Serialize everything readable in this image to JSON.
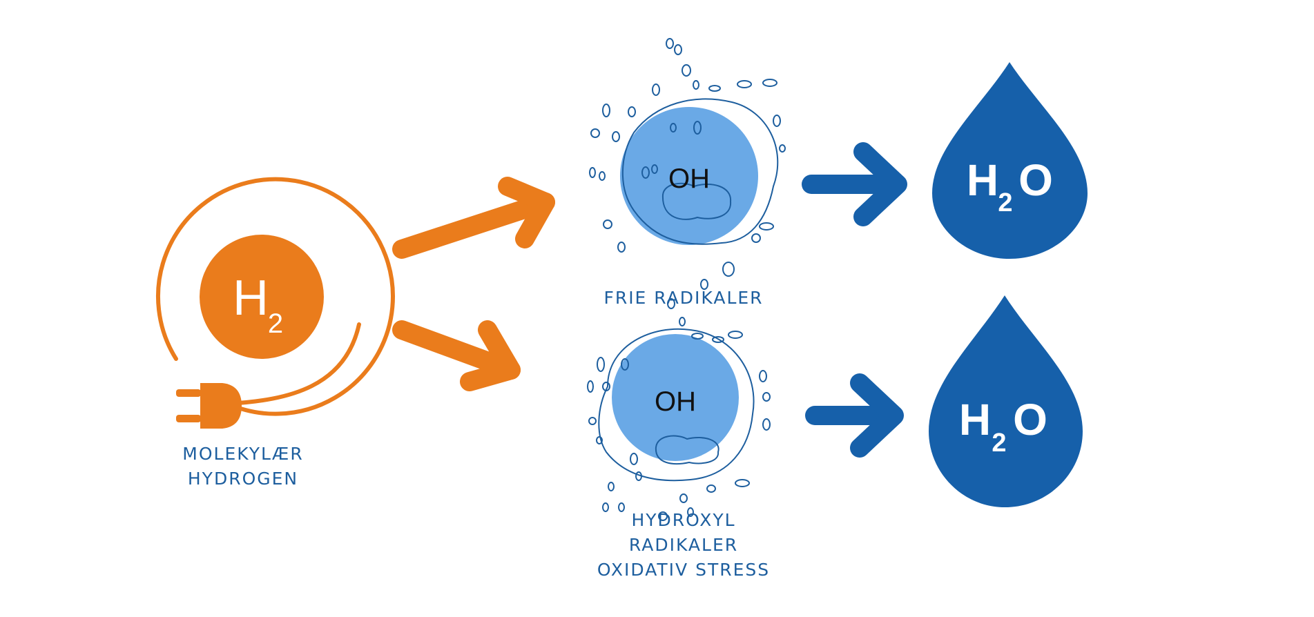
{
  "colors": {
    "orange": "#ea7c1c",
    "dark_blue": "#1660aa",
    "light_blue": "#6aa9e6",
    "text_blue": "#1d5e9e"
  },
  "source": {
    "symbol": "H",
    "subscript": "2",
    "icon": "power-plug-icon",
    "caption": [
      "MOLEKYLÆR",
      "HYDROGEN"
    ]
  },
  "radicals": [
    {
      "label": "OH",
      "caption": [
        "FRIE RADIKALER"
      ]
    },
    {
      "label": "OH",
      "caption": [
        "HYDROXYL",
        "RADIKALER",
        "OXIDATIV STRESS"
      ]
    }
  ],
  "products": [
    {
      "symbol": "H",
      "subscript": "2",
      "suffix": "O",
      "icon": "water-drop-icon"
    },
    {
      "symbol": "H",
      "subscript": "2",
      "suffix": "O",
      "icon": "water-drop-icon"
    }
  ],
  "arrows": [
    {
      "name": "orange-arrow-up",
      "color": "orange"
    },
    {
      "name": "orange-arrow-down",
      "color": "orange"
    },
    {
      "name": "blue-arrow-top",
      "color": "blue"
    },
    {
      "name": "blue-arrow-bottom",
      "color": "blue"
    }
  ]
}
